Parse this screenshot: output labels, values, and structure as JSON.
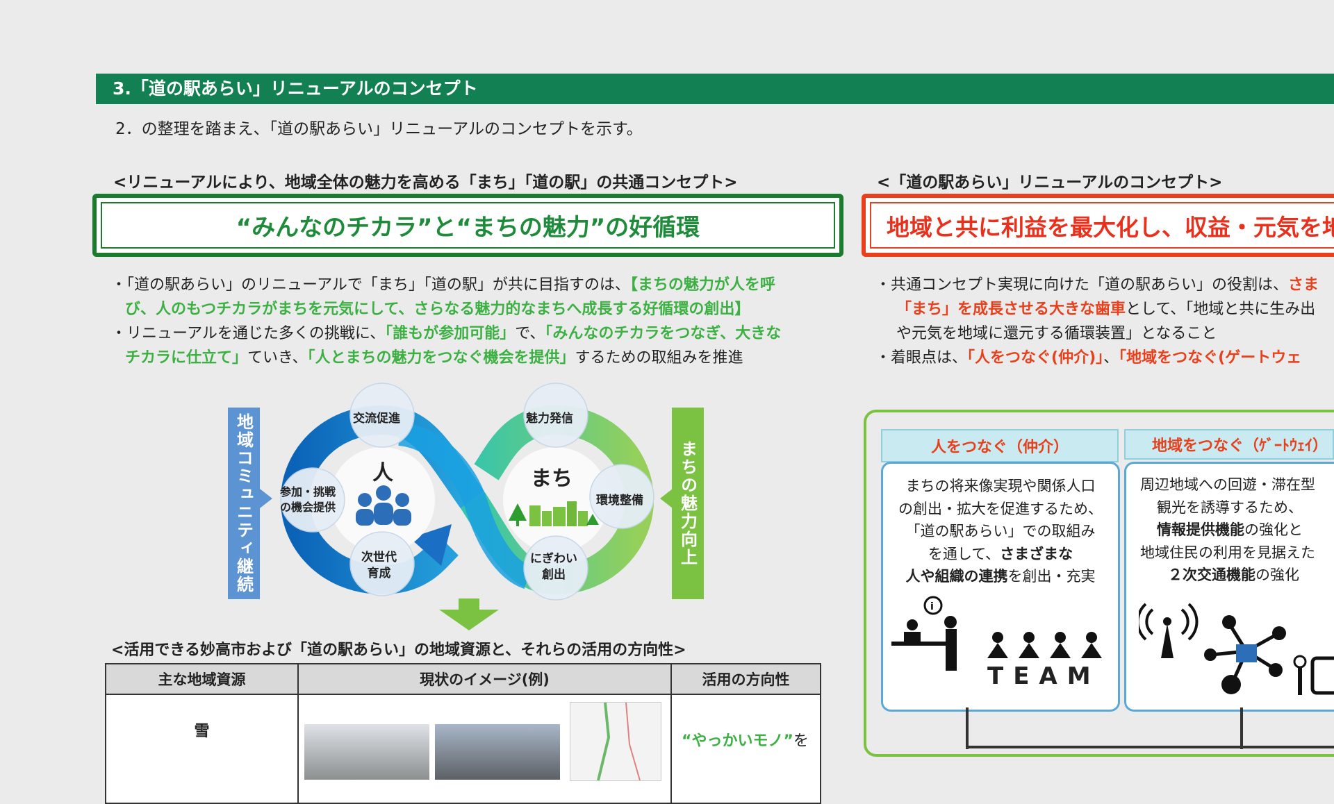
{
  "section": {
    "title": "3.「道の駅あらい」リニューアルのコンセプト"
  },
  "intro": "2．の整理を踏まえ、「道の駅あらい」リニューアルのコンセプトを示す。",
  "left": {
    "heading": "<リニューアルにより、地域全体の魅力を高める「まち」「道の駅」の共通コンセプト>",
    "concept": "“みんなのチカラ”と“まちの魅力”の好循環",
    "b1": {
      "pre": "・「道の駅あらい」のリニューアルで「まち」「道の駅」が共に目指すのは、",
      "hl1": "【まちの魅力が人を呼",
      "hl2": "び、人のもつチカラがまちを元気にして、さらなる魅力的なまちへ成長する好循環の創出】"
    },
    "b2": {
      "pre": "・リニューアルを通じた多くの挑戦に、",
      "hl_a": "「誰もが参加可能」",
      "mid": "で、",
      "hl_b": "「みんなのチカラをつなぎ、大きな",
      "hl_c": "チカラに仕立て」",
      "mid2": "ていき、",
      "hl_d": "「人とまちの魅力をつなぐ機会を提供」",
      "post": "するための取組みを推進"
    },
    "diagram": {
      "left_bar": "地域コミュニティ継続",
      "right_bar": "まちの魅力向上",
      "people": "人",
      "town": "まち",
      "nodes": {
        "exchange": "交流促進",
        "participation_1": "参加・挑戦",
        "participation_2": "の機会提供",
        "next_gen_1": "次世代",
        "next_gen_2": "育成",
        "attract": "魅力発信",
        "environment": "環境整備",
        "bustle_1": "にぎわい",
        "bustle_2": "創出"
      }
    },
    "resources": {
      "heading": "<活用できる妙高市および「道の駅あらい」の地域資源と、それらの活用の方向性>",
      "columns": [
        "主な地域資源",
        "現状のイメージ(例)",
        "活用の方向性"
      ],
      "row1": {
        "resource": "雪",
        "direction_hl": "“やっかいモノ”",
        "direction_post": "を"
      }
    }
  },
  "right": {
    "heading": "<「道の駅あらい」リニューアルのコンセプト>",
    "concept": "地域と共に利益を最大化し、収益・元気を地",
    "b1": {
      "pre": "・共通コンセプト実現に向けた「道の駅あらい」の役割は、",
      "hl1": "さま",
      "hl2": "「まち」を成長させる大きな歯車",
      "mid": "として、「地域と共に生み出",
      "line3": "や元気を地域に還元する循環装置」となること"
    },
    "b2": {
      "pre": "・着眼点は、",
      "hl1": "「人をつなぐ(仲介)」",
      "mid": "、",
      "hl2": "「地域をつなぐ(ゲートウェ"
    },
    "roles": [
      {
        "title": "人をつなぐ（仲介）",
        "l1": "まちの将来像実現や関係人口",
        "l2": "の創出・拡大を促進するため、",
        "l3": "「道の駅あらい」での取組み",
        "l4_pre": "を通して、",
        "l4_b": "さまざまな",
        "l5_b": "人や組織の連携",
        "l5_post": "を創出・充実",
        "team": "TEAM"
      },
      {
        "title": "地域をつなぐ（ｹﾞｰﾄｳｪｲ）",
        "l1": "周辺地域への回遊・滞在型",
        "l2": "観光を誘導するため、",
        "l3_b": "情報提供機能",
        "l3_post": "の強化と",
        "l4": "地域住民の利用を見据えた",
        "l5_b": "２次交通機能",
        "l5_post": "の強化"
      }
    ]
  },
  "colors": {
    "section_bar": "#138054",
    "concept_green": "#1a7a2e",
    "highlight_green": "#3cb043",
    "concept_red": "#e8401c",
    "blue_loop": "#1a7fd0",
    "green_loop": "#7cc242"
  }
}
